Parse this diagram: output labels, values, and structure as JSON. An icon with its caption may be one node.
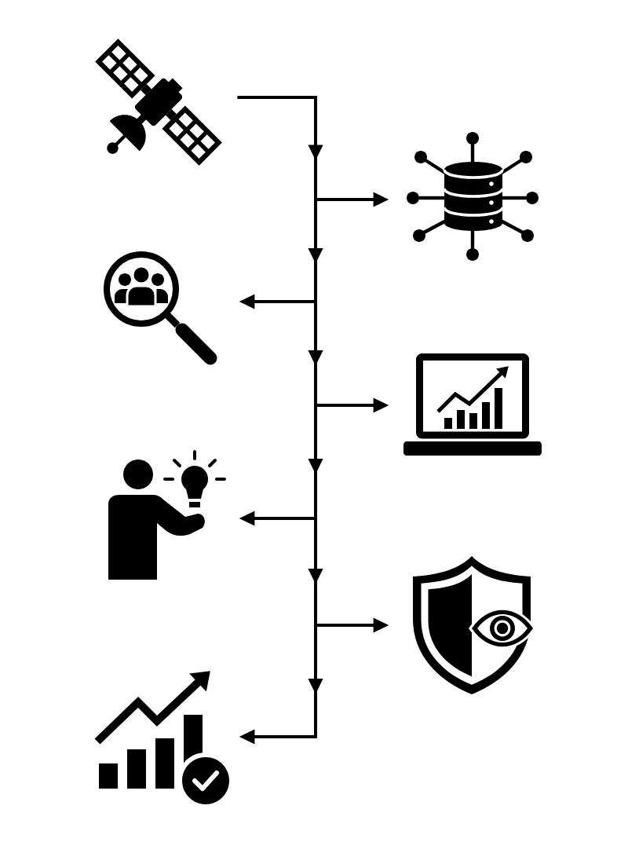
{
  "diagram": {
    "nodes": [
      {
        "text": [],
        "shape": "picture"
      },
      {
        "text": [],
        "shape": "picture"
      },
      {
        "text": [],
        "shape": "picture"
      },
      {
        "text": [],
        "shape": "picture"
      },
      {
        "text": [],
        "shape": "picture"
      },
      {
        "text": [],
        "shape": "picture"
      },
      {
        "text": [],
        "shape": "picture"
      }
    ],
    "edges": [
      {
        "from": 0,
        "to": 1,
        "arrow": "to"
      },
      {
        "from": 0,
        "to": 2,
        "arrow": "to"
      },
      {
        "from": 0,
        "to": 3,
        "arrow": "to"
      },
      {
        "from": 0,
        "to": 4,
        "arrow": "to"
      },
      {
        "from": 0,
        "to": 5,
        "arrow": "to"
      },
      {
        "from": 0,
        "to": 6,
        "arrow": "to"
      }
    ]
  }
}
